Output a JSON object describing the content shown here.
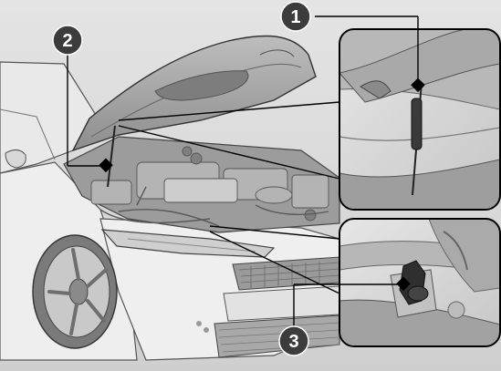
{
  "callouts": [
    {
      "id": "1",
      "label": "1"
    },
    {
      "id": "2",
      "label": "2"
    },
    {
      "id": "3",
      "label": "3"
    }
  ],
  "colors": {
    "background": "#d9d9d9",
    "callout_fill": "#3c3c3c",
    "leader_line": "#000000",
    "inset_border": "#000000",
    "car_body": "#eeeeee"
  },
  "icons": [
    "hood-support-rod-icon",
    "hood-support-clip-icon",
    "hood-rod-holder-icon"
  ]
}
